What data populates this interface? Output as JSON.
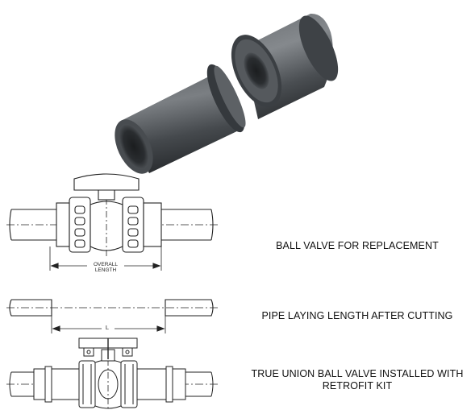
{
  "photo": {
    "subject": "retrofit-kit-photo"
  },
  "drawing1": {
    "dimension_label_line1": "OVERALL",
    "dimension_label_line2": "LENGTH",
    "caption": "BALL VALVE FOR REPLACEMENT"
  },
  "drawing2": {
    "dimension_label": "L",
    "caption": "PIPE LAYING LENGTH AFTER CUTTING"
  },
  "drawing3": {
    "caption_line1": "TRUE UNION BALL VALVE INSTALLED WITH",
    "caption_line2": "RETROFIT KIT"
  }
}
